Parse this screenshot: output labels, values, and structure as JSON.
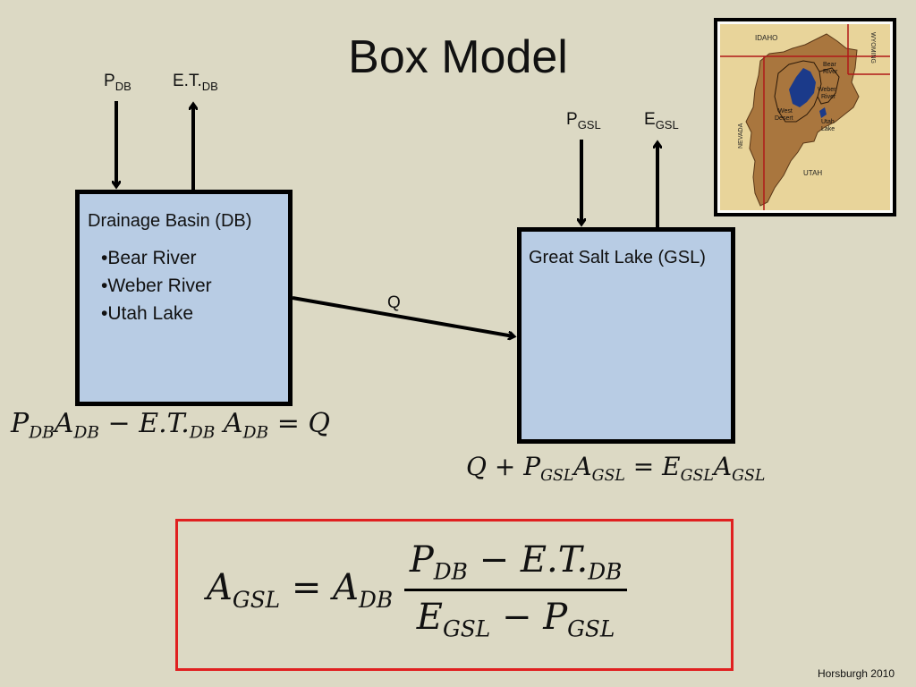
{
  "title": "Box Model",
  "drainage_basin": {
    "label": "Drainage Basin (DB)",
    "items": [
      "•Bear River",
      "•Weber River",
      "•Utah Lake"
    ],
    "precip": {
      "base": "P",
      "sub": "DB"
    },
    "evap": {
      "base": "E.T.",
      "sub": "DB"
    }
  },
  "great_salt_lake": {
    "label": "Great Salt Lake (GSL)",
    "precip": {
      "base": "P",
      "sub": "GSL"
    },
    "evap": {
      "base": "E",
      "sub": "GSL"
    }
  },
  "flow_label": "Q",
  "equations": {
    "db_balance": {
      "p": "P",
      "p_sub": "DB",
      "a1": "A",
      "a1_sub": "DB",
      "minus": " − ",
      "et": "E.T.",
      "et_sub": "DB",
      "a2": " A",
      "a2_sub": "DB",
      "eq": " = ",
      "q": "Q"
    },
    "gsl_balance": {
      "q": "Q",
      "plus": " + ",
      "p": "P",
      "p_sub": "GSL",
      "a1": "A",
      "a1_sub": "GSL",
      "eq": " = ",
      "e": "E",
      "e_sub": "GSL",
      "a2": "A",
      "a2_sub": "GSL"
    },
    "solution": {
      "lhs": "A",
      "lhs_sub": "GSL",
      "eq": " = ",
      "a": "A",
      "a_sub": "DB",
      "num_p": "P",
      "num_p_sub": "DB",
      "num_minus": " − ",
      "num_et": "E.T.",
      "num_et_sub": "DB",
      "den_e": "E",
      "den_e_sub": "GSL",
      "den_minus": " − ",
      "den_p": "P",
      "den_p_sub": "GSL"
    }
  },
  "map": {
    "labels": {
      "idaho": "IDAHO",
      "wyoming": "WYOMING",
      "nevada": "NEVADA",
      "utah": "UTAH",
      "bear": "Bear",
      "bear2": "River",
      "weber": "Weber",
      "weber2": "River",
      "west": "West",
      "west2": "Desert",
      "utahlake": "Utah",
      "utahlake2": "Lake"
    },
    "colors": {
      "terrain": "#a9763e",
      "lake": "#1b3a8a",
      "border": "#b01818"
    }
  },
  "credit": "Horsburgh 2010"
}
